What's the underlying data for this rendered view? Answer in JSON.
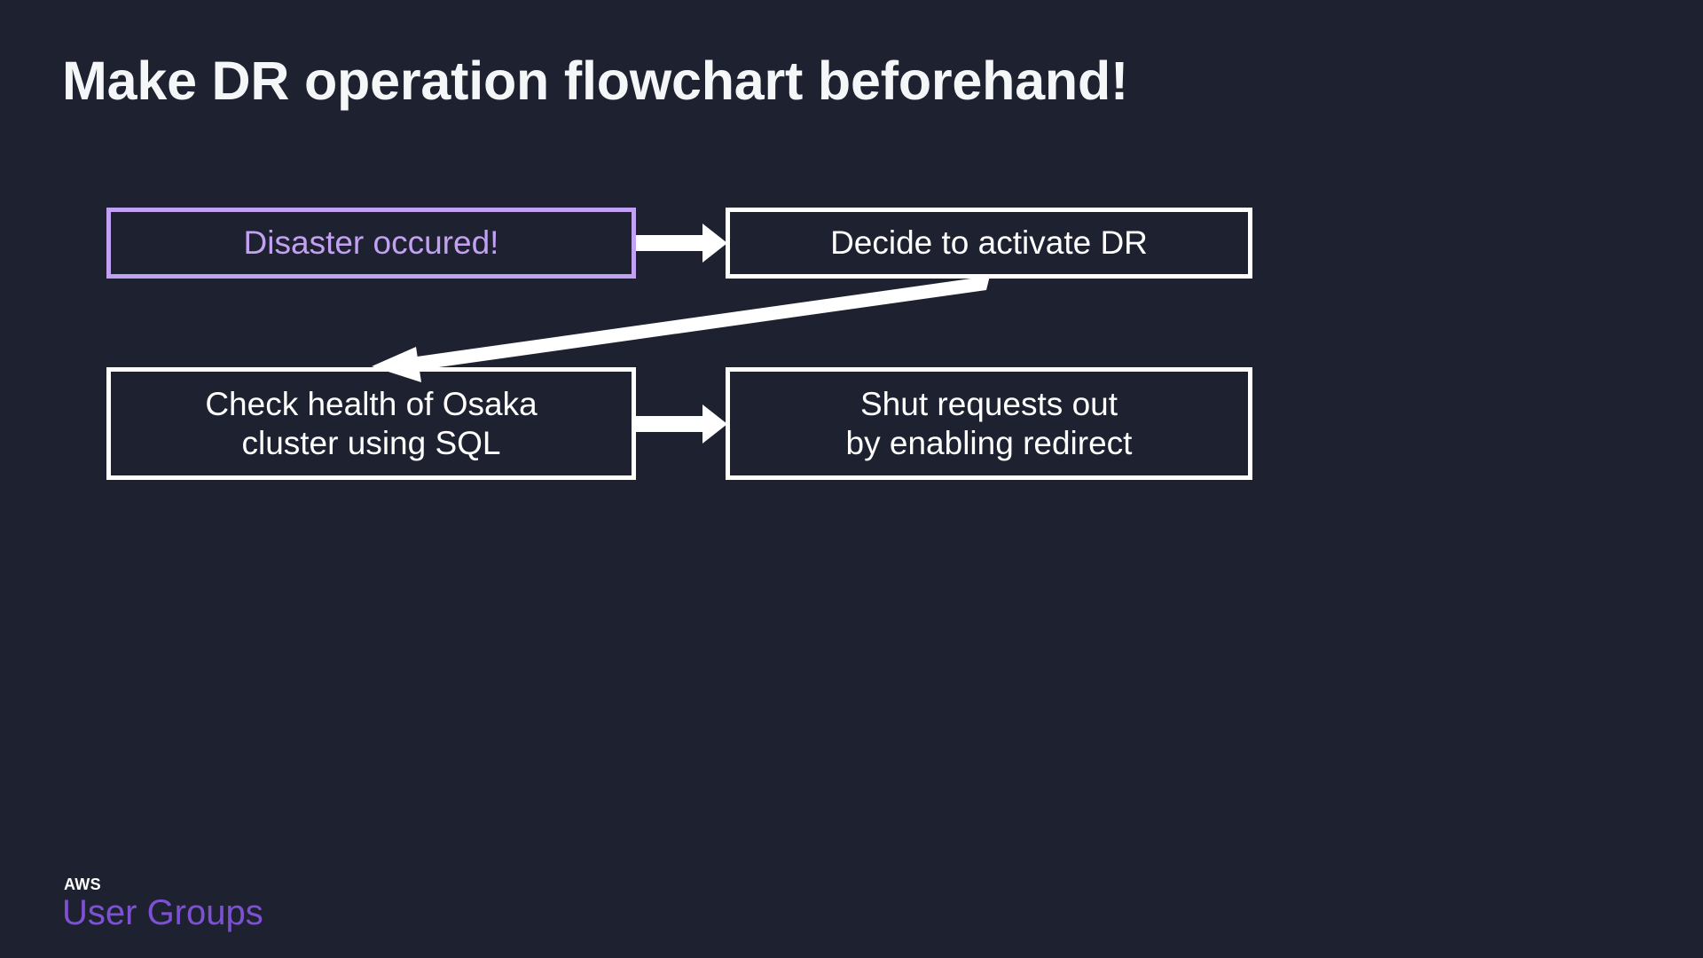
{
  "slide": {
    "title": "Make DR operation flowchart beforehand!",
    "background_color": "#1e2230",
    "text_color": "#ffffff",
    "accent_color": "#c2a0f2"
  },
  "flowchart": {
    "nodes": [
      {
        "id": "disaster-occured",
        "label": "Disaster occured!",
        "style": "accent",
        "border_color": "#c2a0f2",
        "text_color": "#c2a0f2"
      },
      {
        "id": "decide-to-activate-dr",
        "label": "Decide to activate DR",
        "style": "default",
        "border_color": "#ffffff",
        "text_color": "#ffffff"
      },
      {
        "id": "check-health-of-osaka-cluster",
        "label_line1": "Check health of Osaka",
        "label_line2": "cluster using SQL",
        "style": "default",
        "border_color": "#ffffff",
        "text_color": "#ffffff"
      },
      {
        "id": "shut-requests-out",
        "label_line1": "Shut requests out",
        "label_line2": "by enabling redirect",
        "style": "default",
        "border_color": "#ffffff",
        "text_color": "#ffffff"
      }
    ],
    "edges": [
      {
        "id": "edge-disaster-to-decide",
        "from": "disaster-occured",
        "to": "decide-to-activate-dr",
        "kind": "horizontal-arrow",
        "color": "#ffffff"
      },
      {
        "id": "edge-decide-to-check-health",
        "from": "decide-to-activate-dr",
        "to": "check-health-of-osaka-cluster",
        "kind": "diagonal-arrow",
        "color": "#ffffff"
      },
      {
        "id": "edge-check-health-to-shut-requests",
        "from": "check-health-of-osaka-cluster",
        "to": "shut-requests-out",
        "kind": "horizontal-arrow",
        "color": "#ffffff"
      }
    ]
  },
  "logo": {
    "aws": "AWS",
    "user_groups": "User Groups",
    "aws_color": "#ffffff",
    "user_groups_color": "#7e51d4"
  }
}
